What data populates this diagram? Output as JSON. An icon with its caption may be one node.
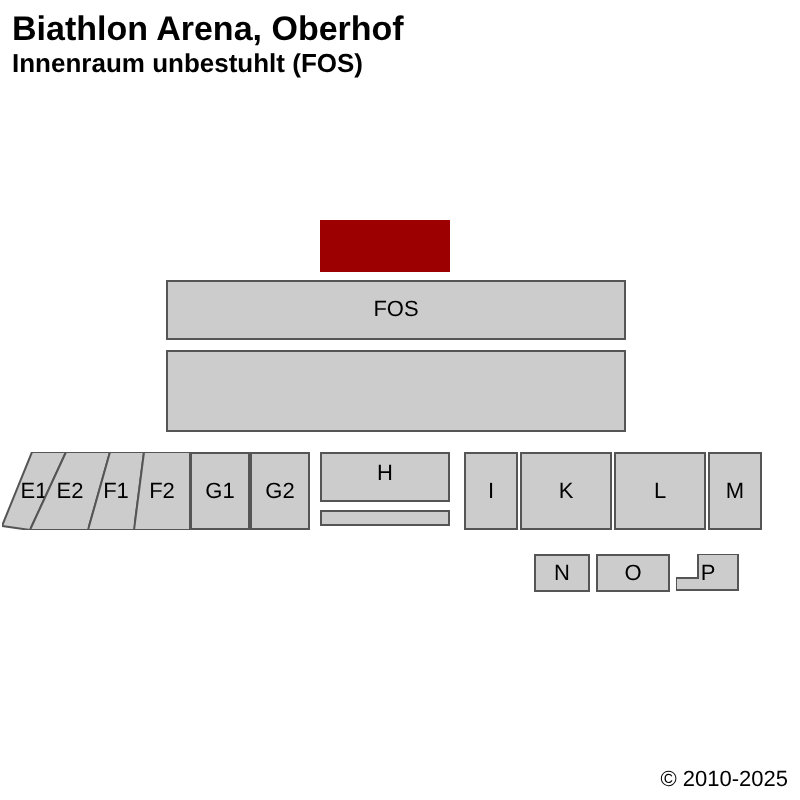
{
  "diagram": {
    "title": "Biathlon Arena, Oberhof",
    "nodes": [
      {
        "text": [],
        "shape": "box"
      },
      {
        "text": [
          "FOS"
        ]
      },
      {
        "text": [],
        "shape": "box"
      },
      {
        "text": [
          "E1"
        ]
      },
      {
        "text": [
          "E2"
        ]
      },
      {
        "text": [
          "F1"
        ]
      },
      {
        "text": [
          "F2"
        ]
      },
      {
        "text": [
          "G1"
        ]
      },
      {
        "text": [
          "G2"
        ]
      },
      {
        "text": [
          "H"
        ]
      },
      {
        "text": [],
        "shape": "bar"
      },
      {
        "text": [
          "I"
        ]
      },
      {
        "text": [
          "K"
        ]
      },
      {
        "text": [
          "L"
        ]
      },
      {
        "text": [
          "M"
        ]
      },
      {
        "text": [
          "N"
        ]
      },
      {
        "text": [
          "O"
        ]
      },
      {
        "text": [
          "P"
        ]
      }
    ],
    "edges": [],
    "labels": [
      "Innenraum unbestuhlt (FOS)",
      "© 2010-2025"
    ]
  }
}
